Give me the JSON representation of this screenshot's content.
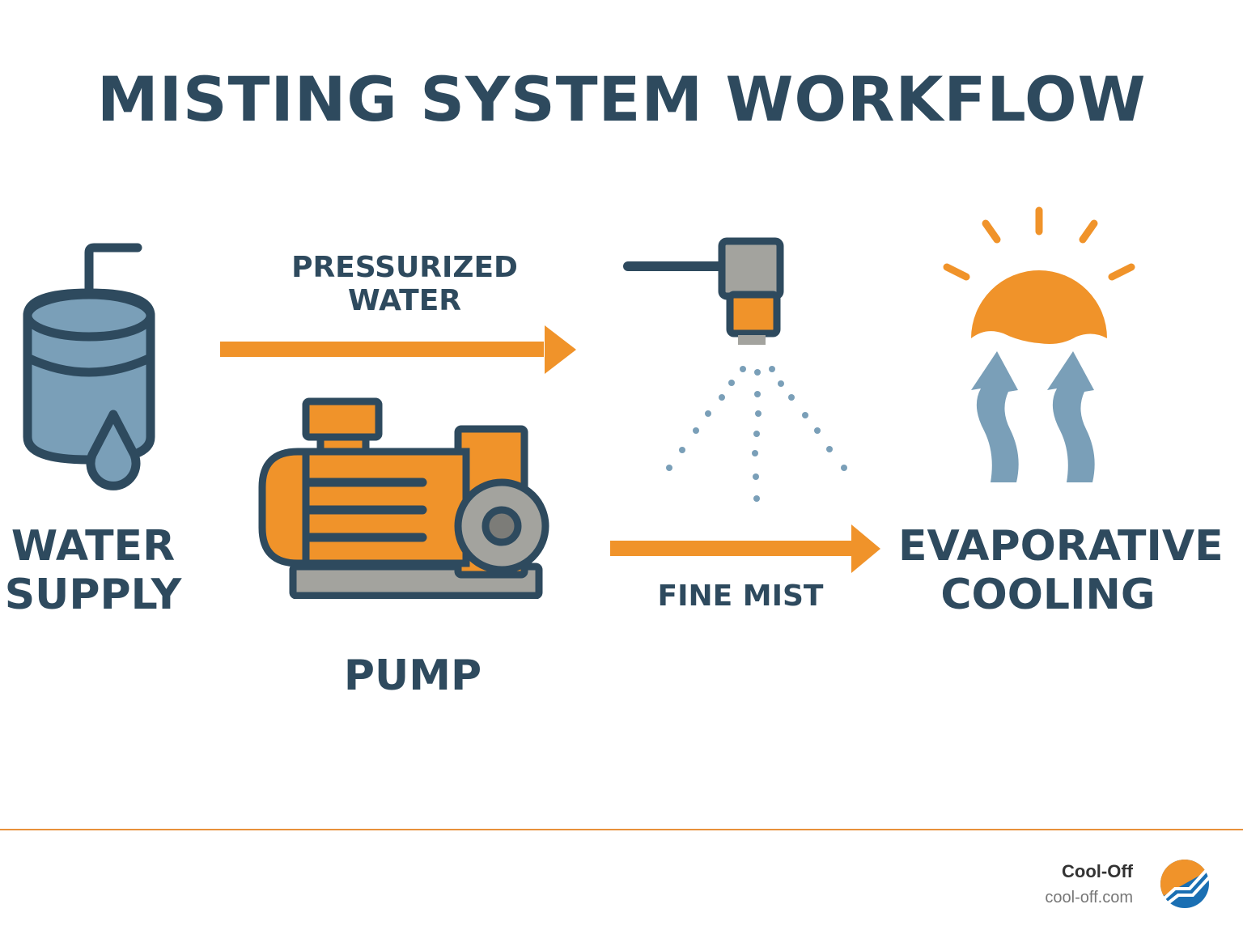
{
  "title": "MISTING SYSTEM WORKFLOW",
  "colors": {
    "dark": "#2e4a5e",
    "orange": "#f0932a",
    "blue": "#7a9fb8",
    "gray": "#a3a39e",
    "footer_line": "#e8913a"
  },
  "steps": [
    {
      "id": "water-supply",
      "label_line1": "WATER",
      "label_line2": "SUPPLY",
      "icon": "water-tank-icon"
    },
    {
      "id": "pump",
      "label": "PUMP",
      "icon": "pump-icon"
    },
    {
      "id": "nozzle",
      "icon": "mist-nozzle-icon"
    },
    {
      "id": "evaporative-cooling",
      "label_line1": "EVAPORATIVE",
      "label_line2": "COOLING",
      "icon": "sun-evaporation-icon"
    }
  ],
  "arrows": [
    {
      "id": "pressurized-water",
      "label_line1": "PRESSURIZED",
      "label_line2": "WATER"
    },
    {
      "id": "fine-mist",
      "label": "FINE MIST"
    }
  ],
  "footer": {
    "brand_name": "Cool-Off",
    "brand_url": "cool-off.com",
    "logo": "cool-off-logo-icon"
  }
}
